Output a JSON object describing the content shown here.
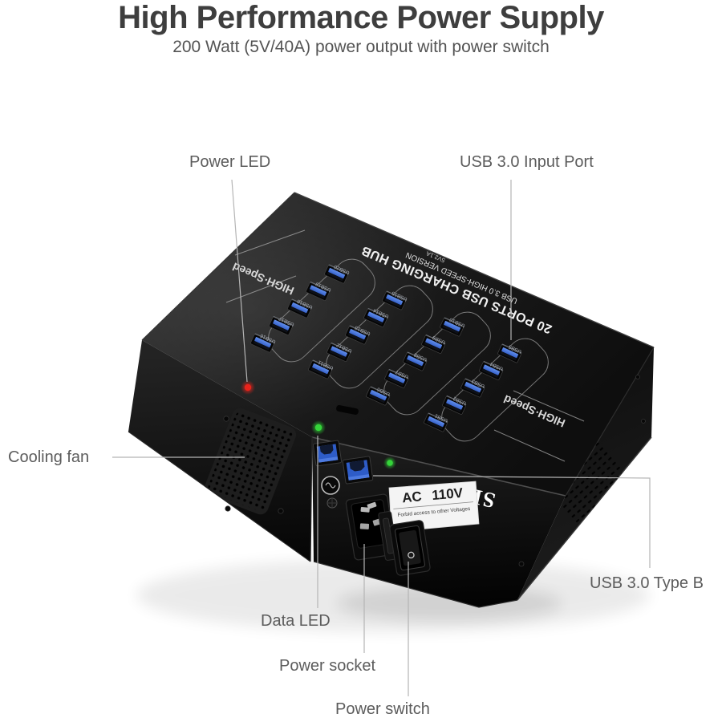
{
  "header": {
    "title": "High Performance Power Supply",
    "subtitle": "200 Watt (5V/40A) power output with power switch"
  },
  "callouts": {
    "power_led": "Power LED",
    "usb_input_port": "USB 3.0 Input Port",
    "cooling_fan": "Cooling fan",
    "data_led": "Data LED",
    "power_socket": "Power socket",
    "power_switch": "Power switch",
    "usb_type_b": "USB 3.0 Type B"
  },
  "device": {
    "brand": "SIIG",
    "panel_title": "20 PORTS USB CHARGING HUB",
    "panel_subtitle": "USB 3.0 HIGH-SPEED VERSION",
    "panel_rating": "5V2.1A",
    "high_speed_left": "HIGH·Speed",
    "high_speed_right": "HIGH·Speed",
    "ac_label": "AC 110V",
    "ac_note": "Forbid access to other Voltages",
    "ports": [
      "USB20",
      "USB19",
      "USB18",
      "USB17",
      "USB16",
      "USB15",
      "USB14",
      "USB13",
      "USB12",
      "USB11",
      "USB10",
      "USB9",
      "USB8",
      "USB7",
      "USB6",
      "USB5",
      "USB4",
      "USB3",
      "USB2",
      "USB1"
    ]
  },
  "colors": {
    "title_text": "#3e3e3e",
    "callout_text": "#5c5c5c",
    "callout_line": "#b5b5b5",
    "device_body": "#161616",
    "port_blue": "#3a6fd8",
    "led_red": "#e8231b",
    "led_green": "#35d43a",
    "label_bg": "#f4f4f4"
  }
}
